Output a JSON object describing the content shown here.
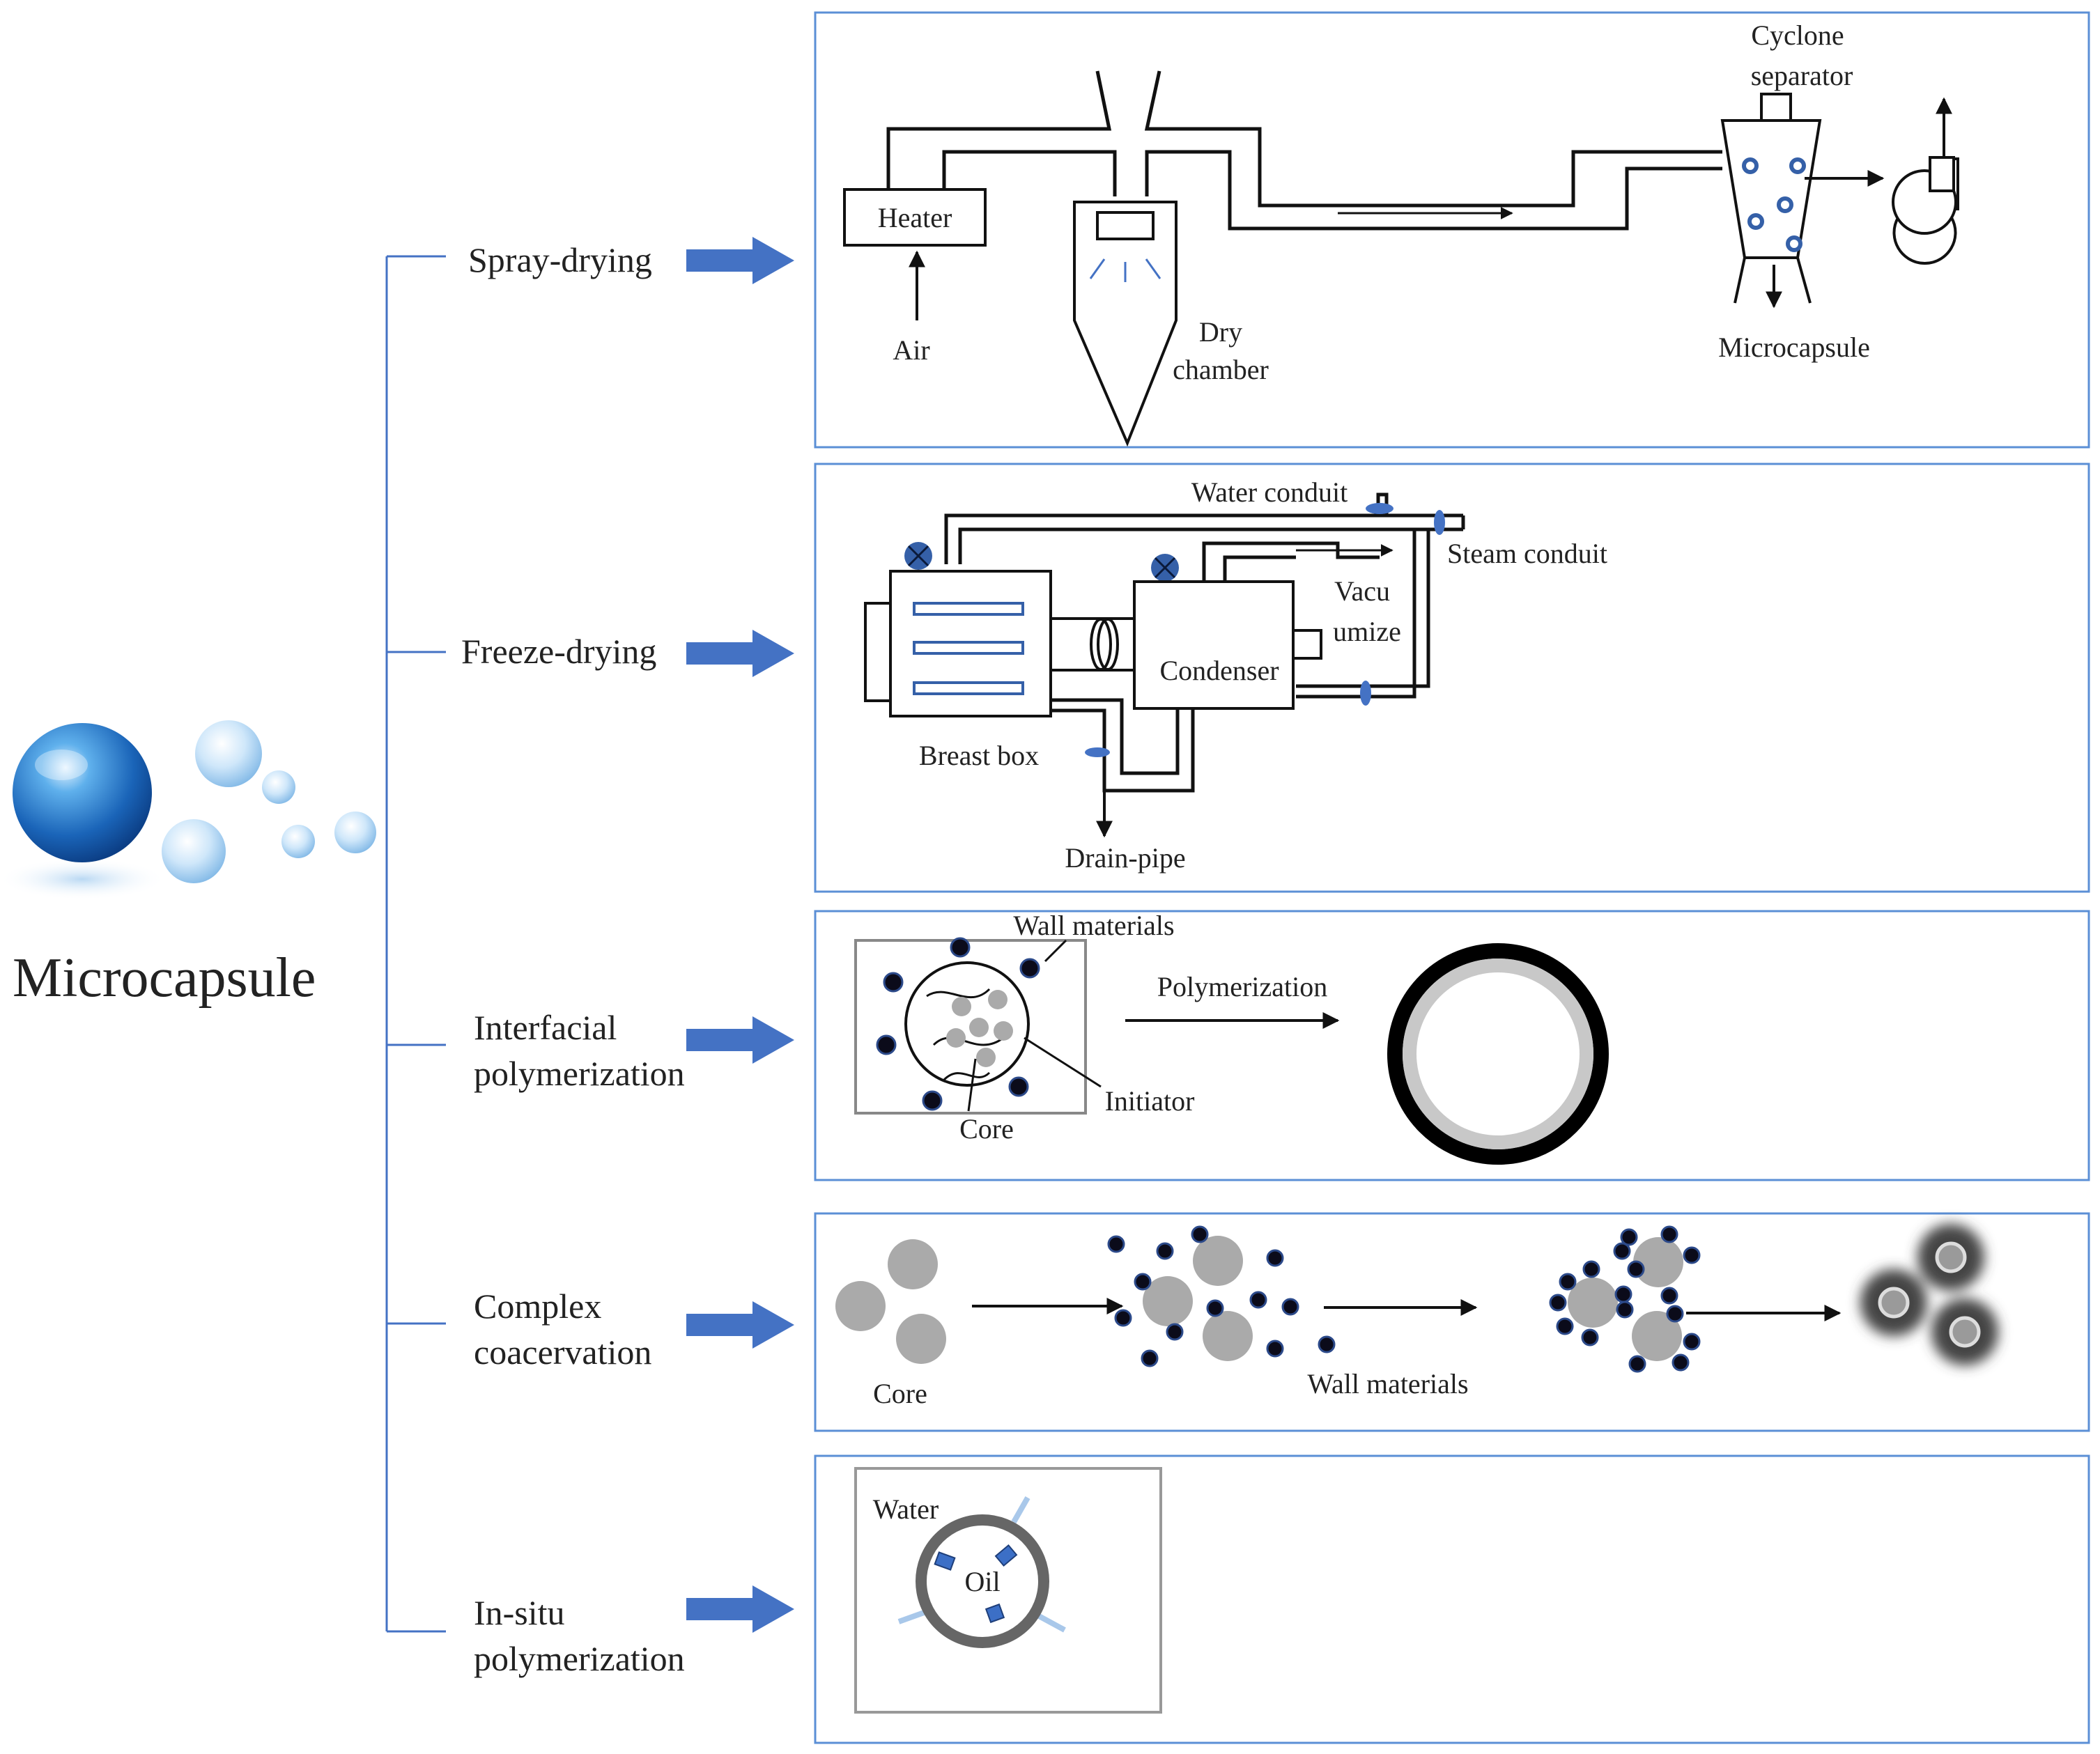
{
  "colors": {
    "accent_blue": "#4472c4",
    "frame_blue": "#5b8fd6",
    "core_grey": "#aaaaaa",
    "wall_dark": "#0b0b1a"
  },
  "main_title": "Microcapsule",
  "methods": [
    {
      "id": "spray",
      "label_lines": [
        "Spray-drying"
      ]
    },
    {
      "id": "freeze",
      "label_lines": [
        "Freeze-drying"
      ]
    },
    {
      "id": "interfacial",
      "label_lines": [
        "Interfacial",
        "polymerization"
      ]
    },
    {
      "id": "complex",
      "label_lines": [
        "Complex",
        "coacervation"
      ]
    },
    {
      "id": "insitu",
      "label_lines": [
        "In-situ",
        "polymerization"
      ]
    }
  ],
  "spray_drying": {
    "heater": "Heater",
    "air": "Air",
    "dry_chamber": [
      "Dry",
      "chamber"
    ],
    "cyclone": [
      "Cyclone",
      "separator"
    ],
    "microcapsule": "Microcapsule"
  },
  "freeze_drying": {
    "water_conduit": "Water conduit",
    "steam_conduit": "Steam conduit",
    "vacuumize": [
      "Vacu",
      "umize"
    ],
    "condenser": "Condenser",
    "breast_box": "Breast box",
    "drain_pipe": "Drain-pipe"
  },
  "interfacial": {
    "wall_materials": "Wall materials",
    "polymerization": "Polymerization",
    "initiator": "Initiator",
    "core": "Core"
  },
  "complex": {
    "core": "Core",
    "wall_materials": "Wall materials"
  },
  "insitu": {
    "water": "Water",
    "oil": "Oil"
  }
}
